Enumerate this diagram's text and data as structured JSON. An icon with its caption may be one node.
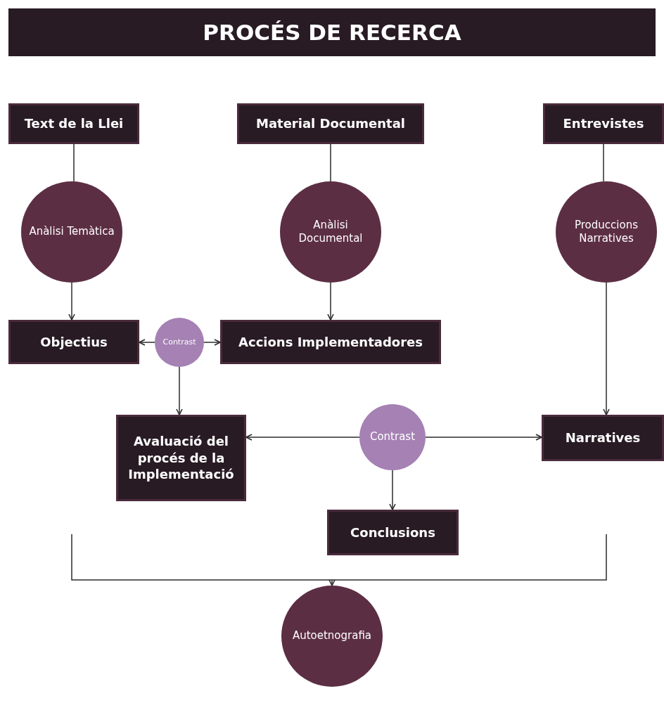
{
  "diagram": {
    "title": "PROCÉS DE RECERCA",
    "nodes": [
      {
        "text": [
          "Text de la Llei"
        ]
      },
      {
        "text": [
          "Material Documental"
        ]
      },
      {
        "text": [
          "Entrevistes"
        ]
      },
      {
        "text": [
          "Anàlisi Temàtica"
        ]
      },
      {
        "text": [
          "Anàlisi Documental"
        ]
      },
      {
        "text": [
          "Produccions Narratives"
        ]
      },
      {
        "text": [
          "Objectius"
        ]
      },
      {
        "text": [
          "Contrast"
        ]
      },
      {
        "text": [
          "Accions Implementadores"
        ]
      },
      {
        "text": [
          "Avaluació del procés de la Implementació"
        ]
      },
      {
        "text": [
          "Contrast"
        ]
      },
      {
        "text": [
          "Narratives"
        ]
      },
      {
        "text": [
          "Conclusions"
        ]
      },
      {
        "text": [
          "Autoetnografia"
        ]
      }
    ],
    "edges": [
      {
        "from": 0,
        "to": 3,
        "arrow": "none"
      },
      {
        "from": 3,
        "to": 6,
        "arrow": "to"
      },
      {
        "from": 1,
        "to": 4,
        "arrow": "none"
      },
      {
        "from": 4,
        "to": 8,
        "arrow": "to"
      },
      {
        "from": 2,
        "to": 5,
        "arrow": "none"
      },
      {
        "from": 5,
        "to": 11,
        "arrow": "to"
      },
      {
        "from": 7,
        "to": 6,
        "arrow": "to"
      },
      {
        "from": 7,
        "to": 8,
        "arrow": "to"
      },
      {
        "from": 7,
        "to": 9,
        "arrow": "to"
      },
      {
        "from": 10,
        "to": 9,
        "arrow": "to"
      },
      {
        "from": 10,
        "to": 11,
        "arrow": "to"
      },
      {
        "from": 10,
        "to": 12,
        "arrow": "to"
      },
      {
        "from": null,
        "to": 13,
        "arrow": "to"
      }
    ]
  }
}
